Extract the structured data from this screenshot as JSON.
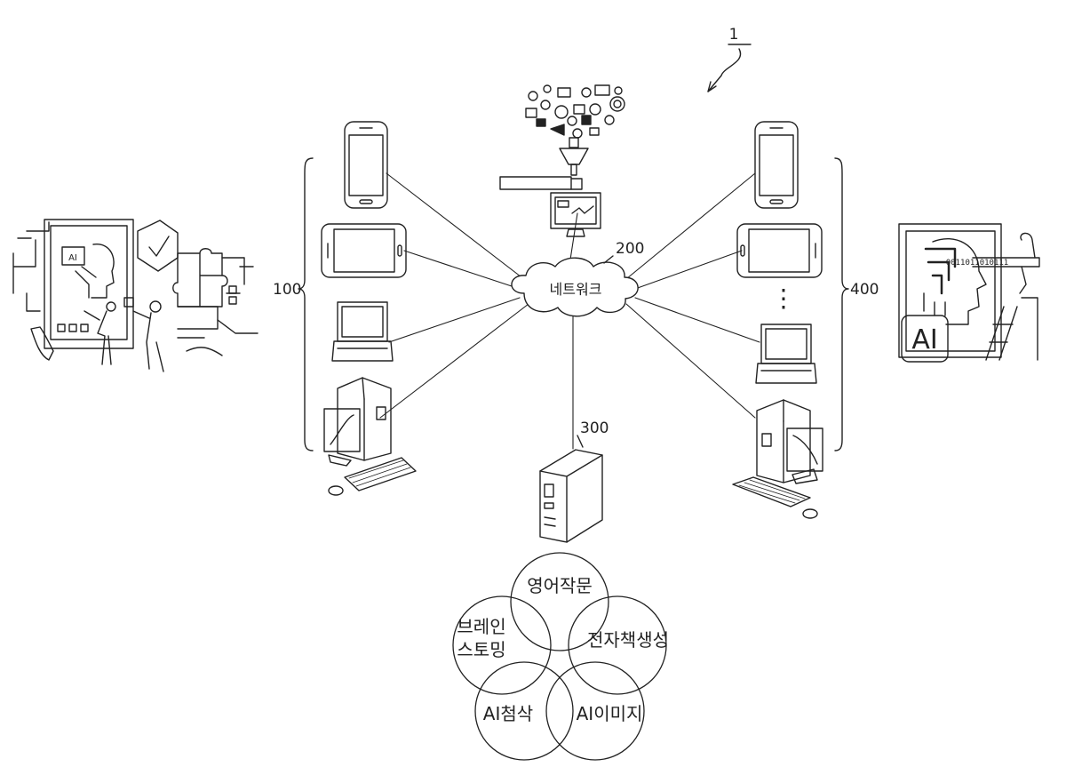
{
  "figure_ref": "1",
  "network": {
    "ref": "200",
    "label": "네트워크"
  },
  "group_left": {
    "ref": "100"
  },
  "group_right": {
    "ref": "400"
  },
  "server": {
    "ref": "300"
  },
  "left_device_screen_text": "AI",
  "right_device_binary": "0011011010111",
  "right_device_badge": "AI",
  "services": [
    {
      "line1": "영어작문",
      "line2": ""
    },
    {
      "line1": "브레인",
      "line2": "스토밍"
    },
    {
      "line1": "전자책생성",
      "line2": ""
    },
    {
      "line1": "AI첨삭",
      "line2": ""
    },
    {
      "line1": "AI이미지",
      "line2": ""
    }
  ],
  "ellipsis": "⋮"
}
